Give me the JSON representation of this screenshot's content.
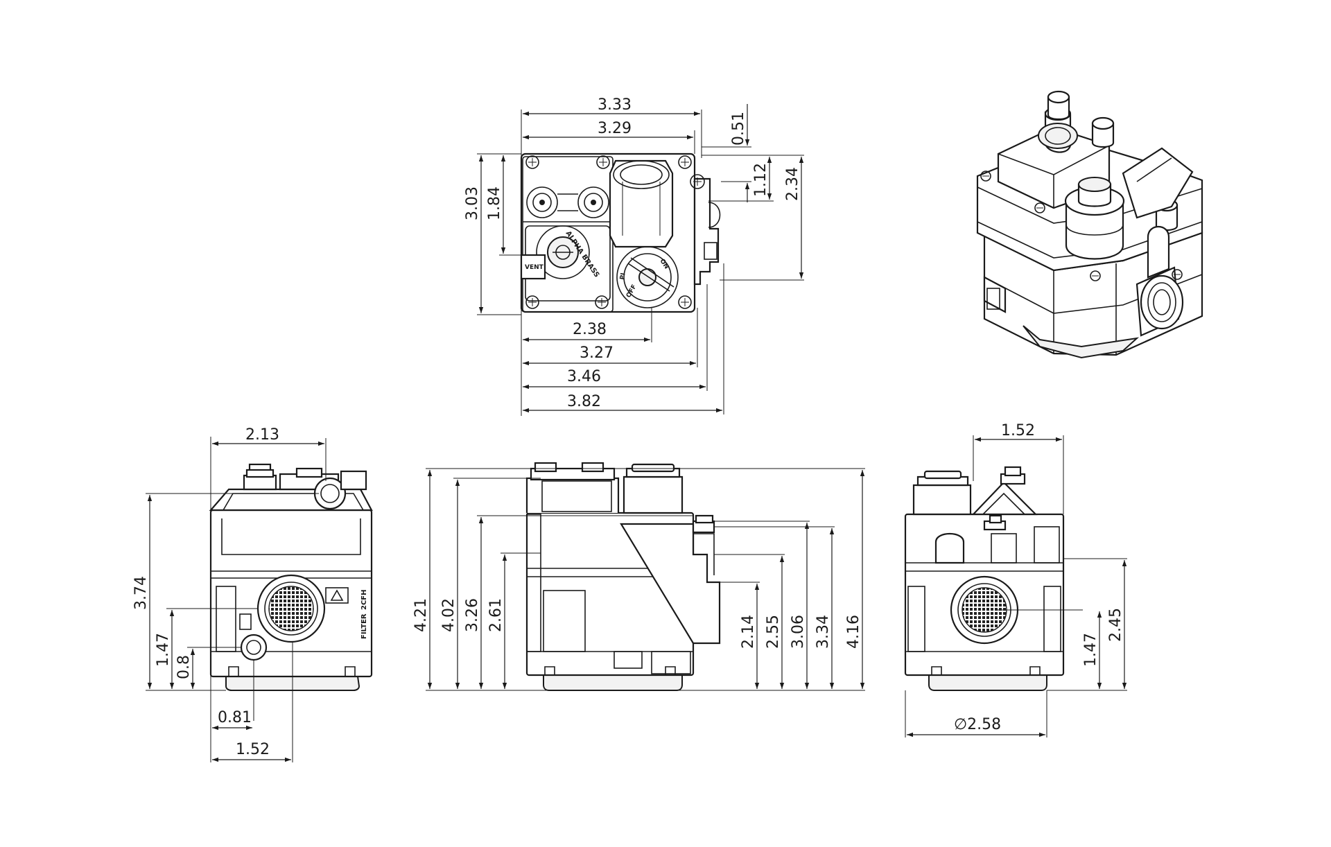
{
  "labels": {
    "vent": "VENT",
    "brand": "ALPHA BRASS",
    "on": "ON",
    "off": "OFF",
    "pilot": "PI",
    "filter": "FILTER",
    "filter_code": "2CFH"
  },
  "top_view": {
    "d_333": "3.33",
    "d_329": "3.29",
    "d_051": "0.51",
    "d_112": "1.12",
    "d_234": "2.34",
    "d_303": "3.03",
    "d_184": "1.84",
    "d_238": "2.38",
    "d_327": "3.27",
    "d_346": "3.46",
    "d_382": "3.82"
  },
  "left_view": {
    "d_213": "2.13",
    "d_374": "3.74",
    "d_147": "1.47",
    "d_08": "0.8",
    "d_081": "0.81",
    "d_152": "1.52"
  },
  "front_view": {
    "d_421": "4.21",
    "d_402": "4.02",
    "d_326": "3.26",
    "d_261": "2.61",
    "d_214": "2.14",
    "d_255": "2.55",
    "d_306": "3.06",
    "d_334": "3.34",
    "d_416": "4.16"
  },
  "right_view": {
    "d_152": "1.52",
    "d_147": "1.47",
    "d_245": "2.45",
    "d_diam": "∅2.58"
  }
}
